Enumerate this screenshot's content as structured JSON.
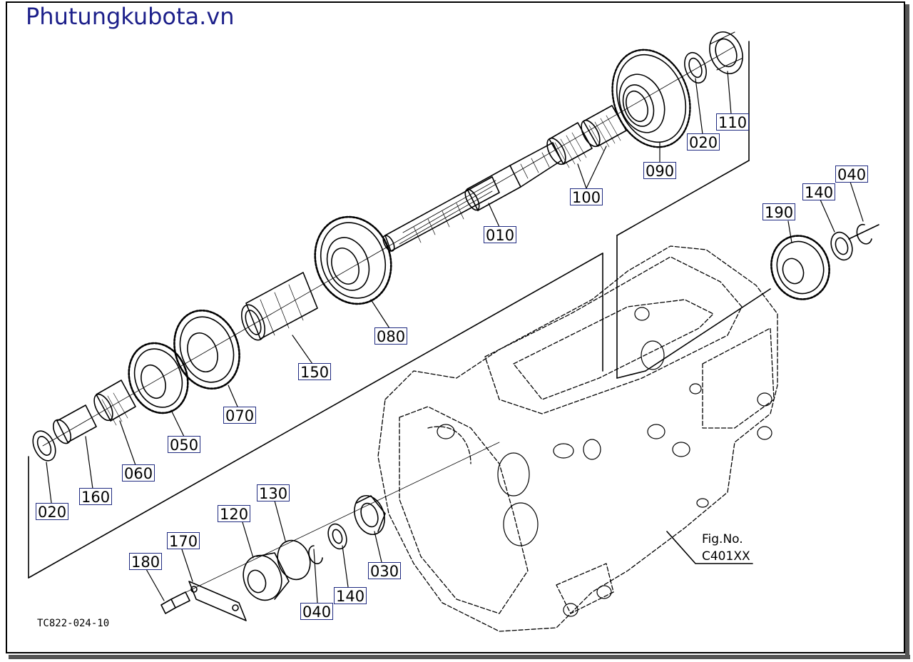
{
  "watermark": "Phutungkubota.vn",
  "drawing_code": "TC822-024-10",
  "fig": {
    "label": "Fig.No.",
    "number": "C401XX"
  },
  "callouts": {
    "c110": "110",
    "c020_top": "020",
    "c090": "090",
    "c100": "100",
    "c010": "010",
    "c080": "080",
    "c150": "150",
    "c070": "070",
    "c050": "050",
    "c060": "060",
    "c160": "160",
    "c020_left": "020",
    "c190": "190",
    "c140_right": "140",
    "c040_right": "040",
    "c130": "130",
    "c120": "120",
    "c170": "170",
    "c180": "180",
    "c040_bottom": "040",
    "c140_bottom": "140",
    "c030": "030"
  },
  "colors": {
    "label_border": "#1f2a80",
    "watermark": "#1c1f8a",
    "line": "#000000"
  }
}
